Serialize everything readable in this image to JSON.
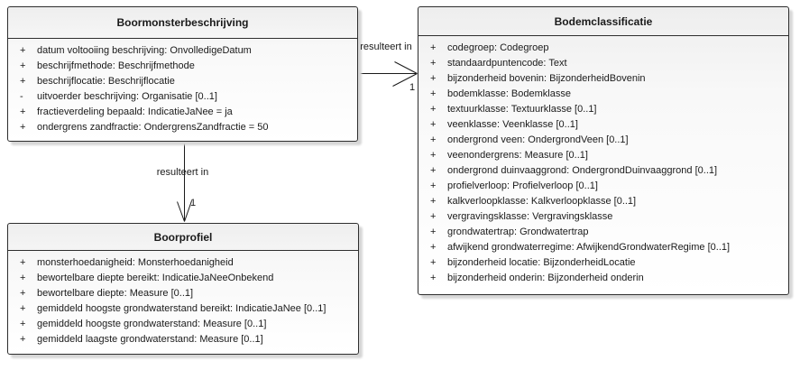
{
  "classes": [
    {
      "title": "Boormonsterbeschrijving",
      "attributes": [
        {
          "visibility": "+",
          "text": "datum voltooiing beschrijving: OnvolledigeDatum"
        },
        {
          "visibility": "+",
          "text": "beschrijfmethode: Beschrijfmethode"
        },
        {
          "visibility": "+",
          "text": "beschrijflocatie: Beschrijflocatie"
        },
        {
          "visibility": "-",
          "text": "uitvoerder beschrijving: Organisatie [0..1]"
        },
        {
          "visibility": "+",
          "text": "fractieverdeling bepaald: IndicatieJaNee = ja"
        },
        {
          "visibility": "+",
          "text": "ondergrens zandfractie: OndergrensZandfractie = 50"
        }
      ]
    },
    {
      "title": "Bodemclassificatie",
      "attributes": [
        {
          "visibility": "+",
          "text": "codegroep: Codegroep"
        },
        {
          "visibility": "+",
          "text": "standaardpuntencode: Text"
        },
        {
          "visibility": "+",
          "text": "bijzonderheid bovenin: BijzonderheidBovenin"
        },
        {
          "visibility": "+",
          "text": "bodemklasse: Bodemklasse"
        },
        {
          "visibility": "+",
          "text": "textuurklasse: Textuurklasse [0..1]"
        },
        {
          "visibility": "+",
          "text": "veenklasse: Veenklasse [0..1]"
        },
        {
          "visibility": "+",
          "text": "ondergrond veen: OndergrondVeen [0..1]"
        },
        {
          "visibility": "+",
          "text": "veenondergrens: Measure [0..1]"
        },
        {
          "visibility": "+",
          "text": "ondergrond duinvaaggrond: OndergrondDuinvaaggrond [0..1]"
        },
        {
          "visibility": "+",
          "text": "profielverloop: Profielverloop [0..1]"
        },
        {
          "visibility": "+",
          "text": "kalkverloopklasse: Kalkverloopklasse [0..1]"
        },
        {
          "visibility": "+",
          "text": "vergravingsklasse: Vergravingsklasse"
        },
        {
          "visibility": "+",
          "text": "grondwatertrap: Grondwatertrap"
        },
        {
          "visibility": "+",
          "text": "afwijkend grondwaterregime: AfwijkendGrondwaterRegime [0..1]"
        },
        {
          "visibility": "+",
          "text": "bijzonderheid locatie: BijzonderheidLocatie"
        },
        {
          "visibility": "+",
          "text": "bijzonderheid onderin: Bijzonderheid onderin"
        }
      ]
    },
    {
      "title": "Boorprofiel",
      "attributes": [
        {
          "visibility": "+",
          "text": "monsterhoedanigheid: Monsterhoedanigheid"
        },
        {
          "visibility": "+",
          "text": "bewortelbare diepte bereikt: IndicatieJaNeeOnbekend"
        },
        {
          "visibility": "+",
          "text": "bewortelbare diepte: Measure [0..1]"
        },
        {
          "visibility": "+",
          "text": "gemiddeld hoogste grondwaterstand bereikt: IndicatieJaNee [0..1]"
        },
        {
          "visibility": "+",
          "text": "gemiddeld hoogste grondwaterstand: Measure [0..1]"
        },
        {
          "visibility": "+",
          "text": "gemiddeld laagste grondwaterstand: Measure [0..1]"
        }
      ]
    }
  ],
  "relations": [
    {
      "from": "Boormonsterbeschrijving",
      "to": "Bodemclassificatie",
      "label": "resulteert in",
      "multiplicity": "1"
    },
    {
      "from": "Boormonsterbeschrijving",
      "to": "Boorprofiel",
      "label": "resulteert in",
      "multiplicity": "1"
    }
  ],
  "colors": {
    "box_border": "#2e2e2e",
    "box_fill_top": "#eeeeee",
    "box_fill_bottom": "#ffffff",
    "connector_line": "#1a1a1a",
    "text": "#1a1a1a",
    "shadow": "#d6d6d6"
  }
}
